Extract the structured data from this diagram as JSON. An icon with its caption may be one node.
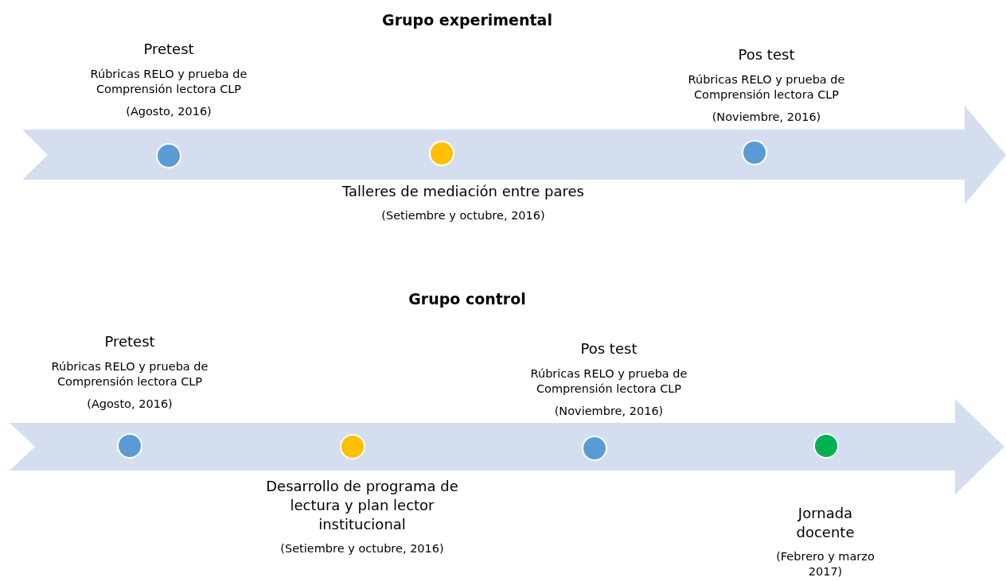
{
  "diagram": {
    "nodes": [
      {
        "text": [],
        "shape": "arrow"
      },
      {
        "text": [],
        "shape": "circle",
        "in": 0,
        "beside": [
          "Pretest",
          "Rúbricas RELO y prueba de Comprensión lectora CLP",
          "(Agosto, 2016)"
        ]
      },
      {
        "text": [],
        "shape": "circle",
        "in": 0,
        "beside": [
          "Talleres de mediación entre pares",
          "(Setiembre y octubre, 2016)"
        ]
      },
      {
        "text": [],
        "shape": "circle",
        "in": 0,
        "beside": [
          "Pos test",
          "Rúbricas RELO y prueba de Comprensión lectora CLP",
          "(Noviembre, 2016)"
        ]
      },
      {
        "text": [],
        "shape": "arrow"
      },
      {
        "text": [],
        "shape": "circle",
        "in": 4,
        "beside": [
          "Pretest",
          "Rúbricas RELO y prueba de Comprensión lectora CLP",
          "(Agosto, 2016)"
        ]
      },
      {
        "text": [],
        "shape": "circle",
        "in": 4,
        "beside": [
          "Desarrollo de programa de lectura y plan lector institucional",
          "(Setiembre y octubre, 2016)"
        ]
      },
      {
        "text": [],
        "shape": "circle",
        "in": 4,
        "beside": [
          "Pos test",
          "Rúbricas RELO y prueba de Comprensión lectora CLP",
          "(Noviembre, 2016)"
        ]
      },
      {
        "text": [],
        "shape": "circle",
        "in": 4,
        "beside": [
          "Jornada docente",
          "(Febrero y marzo 2017)"
        ]
      }
    ],
    "edges": [],
    "labels": [
      "Grupo experimental",
      "Grupo control"
    ]
  }
}
